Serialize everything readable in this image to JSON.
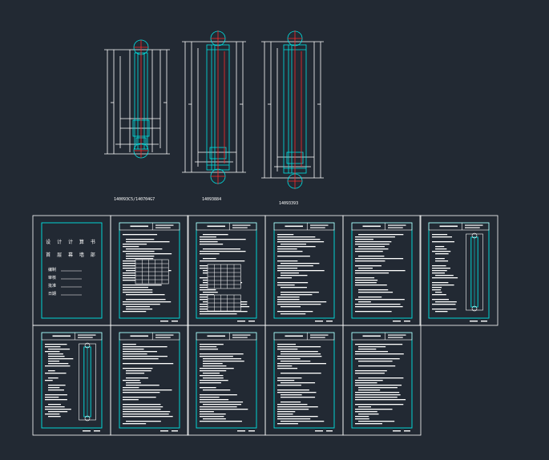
{
  "drawings": [
    {
      "label": "140093C5/140704G7"
    },
    {
      "label": "14093884"
    },
    {
      "label": "14093393"
    }
  ],
  "cover_sheet": {
    "title_line1": "设 计 计 算 书",
    "title_line2": "首 层 幕 墙 部",
    "field_labels": [
      "编制",
      "审核",
      "批准",
      "日期"
    ]
  },
  "colors": {
    "background": "#222933",
    "line_white": "#ffffff",
    "line_cyan": "#00e5e5",
    "line_red": "#ff2a2a"
  }
}
